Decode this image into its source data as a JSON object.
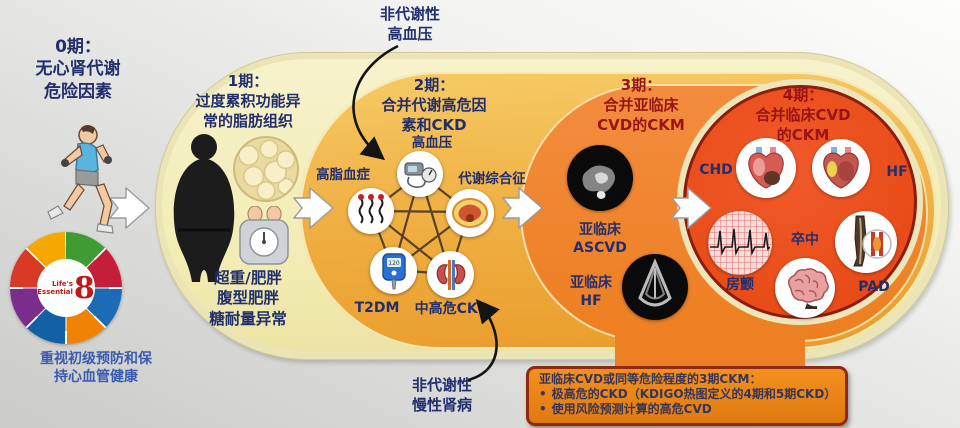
{
  "stage0": {
    "title": "0期：\n无心肾代谢\n危险因素",
    "wheel": {
      "line1": "Life's",
      "line2": "Essential",
      "number": "8"
    },
    "footer": "重视初级预防和保\n持心血管健康"
  },
  "stage1": {
    "title": "1期：\n过度累积功能异\n常的脂肪组织",
    "caption": "超重/肥胖\n腹型肥胖\n糖耐量异常"
  },
  "stage2": {
    "title": "2期：\n合并代谢高危因\n素和CKD",
    "external_arrow_top": "非代谢性\n高血压",
    "external_arrow_bottom": "非代谢性\n慢性肾病",
    "nodes": [
      "高血压",
      "高脂血症",
      "代谢综合征",
      "T2DM",
      "中高危CKD"
    ]
  },
  "stage3": {
    "title": "3期：\n合并亚临床\nCVD的CKM",
    "items": [
      "亚临床\nASCVD",
      "亚临床\nHF"
    ]
  },
  "stage4": {
    "title": "4期：\n合并临床CVD\n的CKM",
    "items": [
      "CHD",
      "HF",
      "房颤",
      "卒中",
      "PAD"
    ]
  },
  "note_box": {
    "bullet": "•",
    "heading": "亚临床CVD或同等危险程度的3期CKM：",
    "bullets": [
      "极高危的CKD（KDIGO热图定义的4期和5期CKD）",
      "使用风险预测计算的高危CVD"
    ]
  },
  "icons": [
    "runner-icon",
    "essential8-wheel-icon",
    "obese-figure-icon",
    "adipose-tissue-icon",
    "weight-scale-icon",
    "bp-monitor-icon",
    "lipid-molecule-icon",
    "metabolic-syndrome-icon",
    "glucose-meter-icon",
    "kidney-icon",
    "ct-scan-icon",
    "echo-scan-icon",
    "heart-chd-icon",
    "heart-hf-icon",
    "ecg-icon",
    "brain-icon",
    "leg-artery-icon",
    "chevron-arrow-icon",
    "curved-arrow-icon"
  ],
  "colors": {
    "outer_cream": "#eae4b6",
    "stage1_fill": "#f4eebc",
    "stage2_fill": "#f0b246",
    "stage3_fill": "#ee7f20",
    "stage4_fill": "#e84c18",
    "stage4_border": "#8e1c0e",
    "navy_text": "#222f6e",
    "dark_red_text": "#991418",
    "footer_blue": "#3a5cb0",
    "note_box_fill": "#e8851a",
    "note_box_border": "#8e2a12",
    "note_text": "#35355a"
  }
}
